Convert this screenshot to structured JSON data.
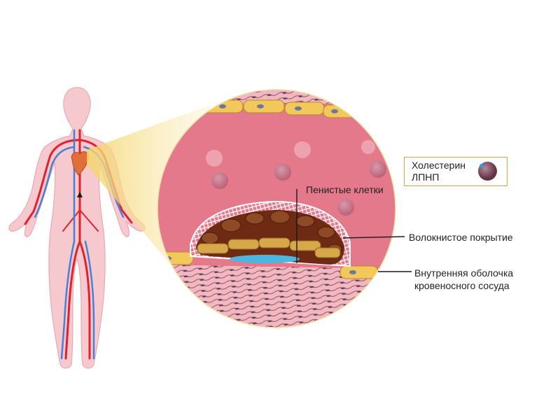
{
  "labels": {
    "foam_cells": "Пенистые клетки",
    "fibrous_cap": "Волокнистое покрытие",
    "intima_line1": "Внутренняя оболочка",
    "intima_line2": "кровеносного сосуда"
  },
  "legend": {
    "line1": "Холестерин",
    "line2": "ЛПНП",
    "icon": "ldl-particle-icon"
  },
  "colors": {
    "body": "#f6c9cf",
    "artery": "#e0222d",
    "vein": "#4a7fd6",
    "lumen": "#e4798c",
    "endothelium": "#f3c85a",
    "plaque": "#6e2a12",
    "zoom_cone": "#f5d77a",
    "legend_border": "#d9a53a"
  }
}
